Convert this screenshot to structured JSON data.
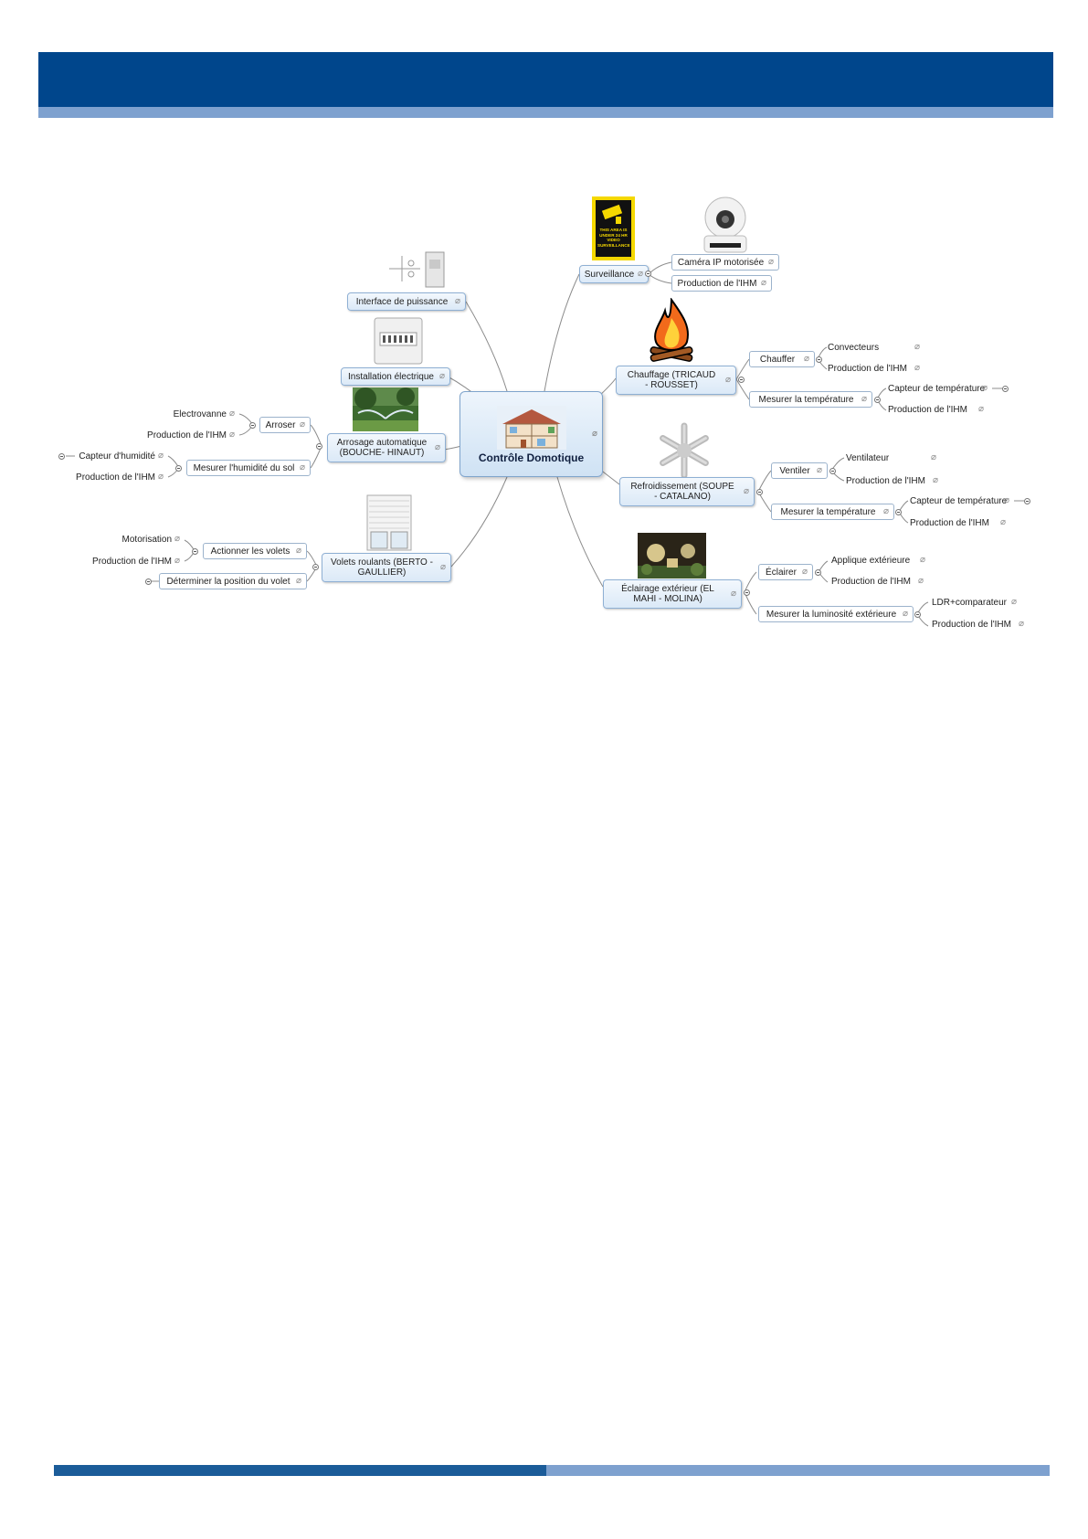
{
  "central": {
    "label": "Contrôle Domotique"
  },
  "branches": {
    "surveillance": {
      "label": "Surveillance",
      "children": [
        "Caméra IP motorisée",
        "Production de l'IHM"
      ],
      "sign_text": "THIS AREA IS UNDER 24 HR VIDEO SURVEILLANCE"
    },
    "chauffage": {
      "label": "Chauffage (TRICAUD - ROUSSET)",
      "chauffer": {
        "label": "Chauffer",
        "children": [
          "Convecteurs",
          "Production de l'IHM"
        ]
      },
      "mesurer": {
        "label": "Mesurer la température",
        "children": [
          "Capteur de température",
          "Production de l'IHM"
        ]
      }
    },
    "refroidissement": {
      "label": "Refroidissement (SOUPE - CATALANO)",
      "ventiler": {
        "label": "Ventiler",
        "children": [
          "Ventilateur",
          "Production de l'IHM"
        ]
      },
      "mesurer": {
        "label": "Mesurer la température",
        "children": [
          "Capteur de température",
          "Production de l'IHM"
        ]
      }
    },
    "eclairage": {
      "label": "Éclairage extérieur (EL MAHI - MOLINA)",
      "eclairer": {
        "label": "Éclairer",
        "children": [
          "Applique extérieure",
          "Production de l'IHM"
        ]
      },
      "mesurer": {
        "label": "Mesurer la luminosité extérieure",
        "children": [
          "LDR+comparateur",
          "Production de l'IHM"
        ]
      }
    },
    "interface": {
      "label": "Interface de puissance"
    },
    "installation": {
      "label": "Installation électrique"
    },
    "arrosage": {
      "label": "Arrosage automatique (BOUCHE- HINAUT)",
      "arroser": {
        "label": "Arroser",
        "children": [
          "Electrovanne",
          "Production de l'IHM"
        ]
      },
      "mesurer": {
        "label": "Mesurer l'humidité du sol",
        "children": [
          "Capteur d'humidité",
          "Production de l'IHM"
        ]
      }
    },
    "volets": {
      "label": "Volets roulants (BERTO - GAULLIER)",
      "actionner": {
        "label": "Actionner les volets",
        "children": [
          "Motorisation",
          "Production de l'IHM"
        ]
      },
      "determiner": {
        "label": "Déterminer la position du volet"
      }
    }
  },
  "colors": {
    "header": "#00468c",
    "header_strip": "#7ea1cf",
    "footer_dark": "#1b5c99",
    "footer_light": "#7ea1cf",
    "connector": "#8c8c8c"
  }
}
